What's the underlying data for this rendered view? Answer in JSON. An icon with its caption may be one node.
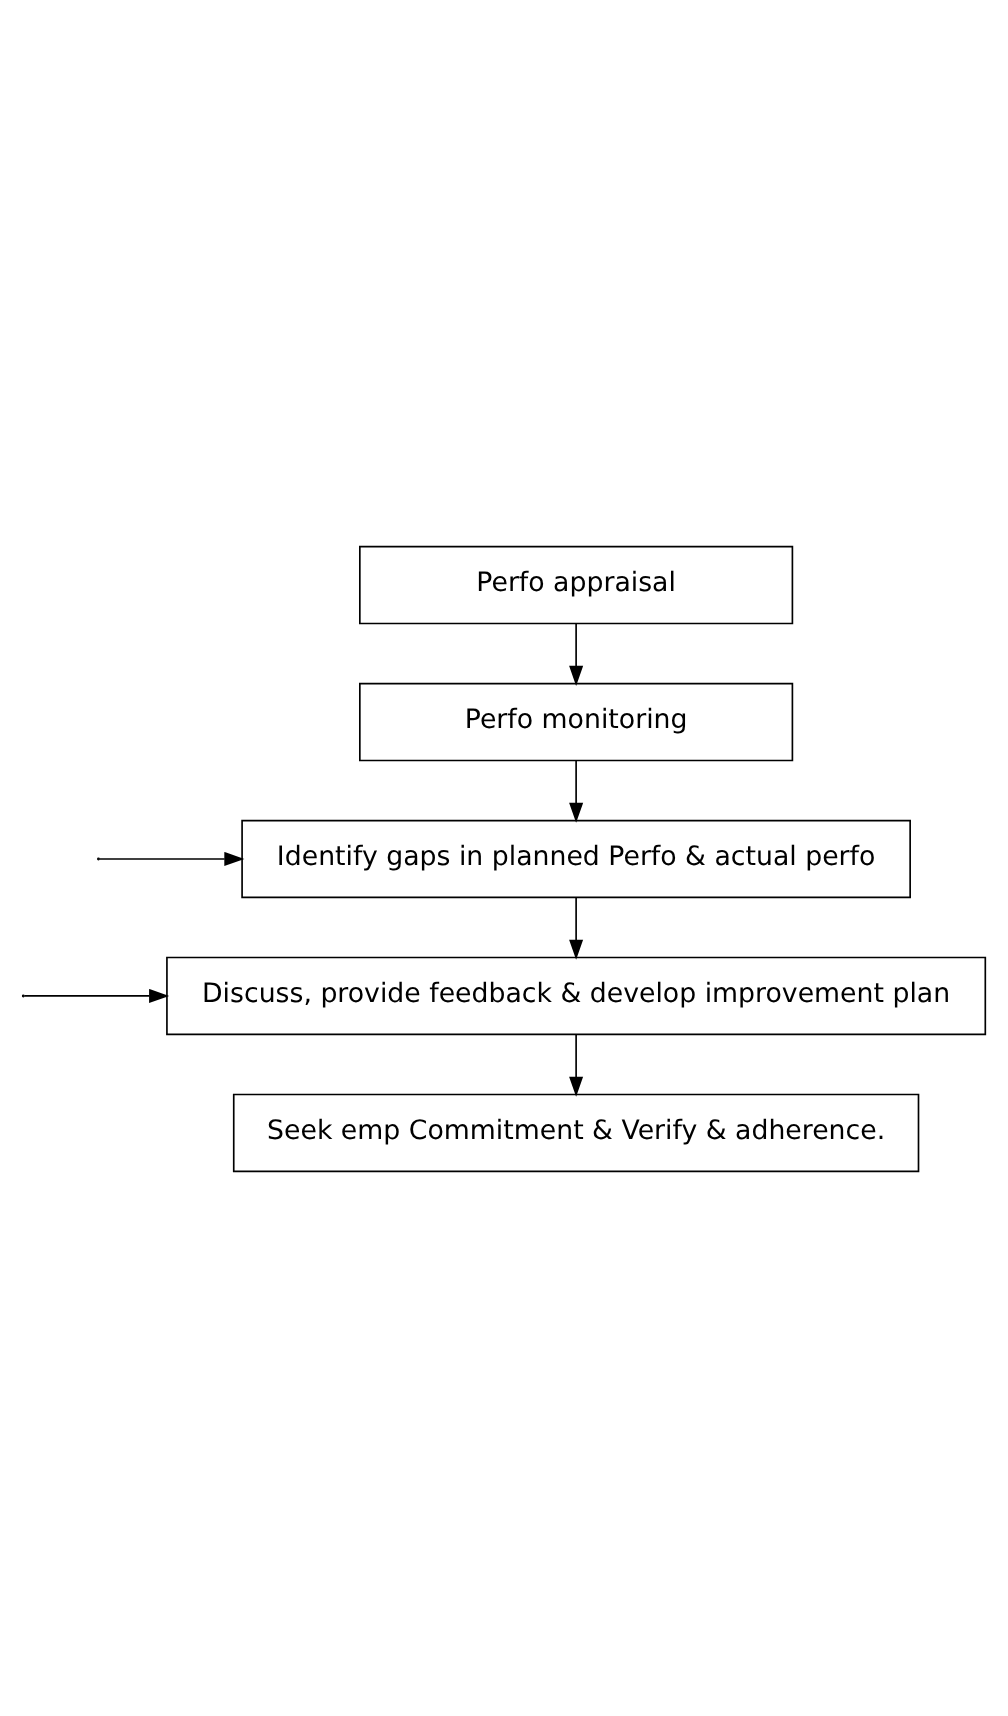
{
  "diagram": {
    "nodes": [
      {
        "text": [
          "Perfo appraisal"
        ]
      },
      {
        "text": [
          "Perfo monitoring"
        ]
      },
      {
        "text": [
          "Identify gaps in planned Perfo & actual perfo"
        ]
      },
      {
        "text": [
          "Discuss, provide feedback & develop improvement plan"
        ]
      },
      {
        "text": [
          "Seek emp Commitment & Verify & adherence."
        ]
      }
    ],
    "edges": [
      {
        "from": 0,
        "to": 1,
        "arrow": "to"
      },
      {
        "from": 1,
        "to": 2,
        "arrow": "to"
      },
      {
        "from": 2,
        "to": 3,
        "arrow": "to"
      },
      {
        "from": 3,
        "to": 4,
        "arrow": "to"
      },
      {
        "from": null,
        "to": 2,
        "arrow": "to"
      },
      {
        "from": null,
        "to": 3,
        "arrow": "to"
      }
    ]
  }
}
